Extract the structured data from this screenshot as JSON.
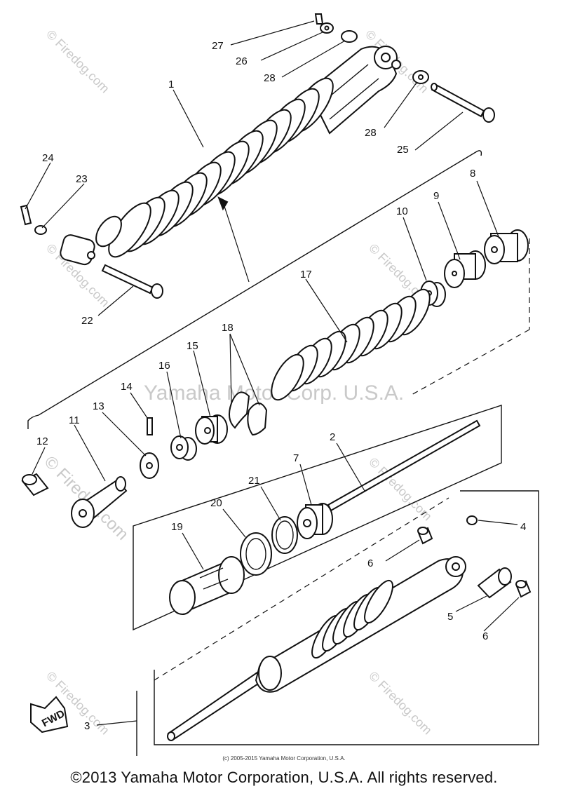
{
  "callouts": [
    "1",
    "2",
    "3",
    "4",
    "5",
    "6",
    "6",
    "7",
    "8",
    "9",
    "10",
    "11",
    "12",
    "13",
    "14",
    "15",
    "16",
    "17",
    "18",
    "19",
    "20",
    "21",
    "22",
    "23",
    "24",
    "25",
    "26",
    "27",
    "28",
    "28"
  ],
  "watermarks": {
    "site": "© Firedog.com",
    "center": "Yamaha Motor Corp. U.S.A."
  },
  "arrow_label": "FWD",
  "copyright_small": "(c) 2005-2015 Yamaha Motor Corporation, U.S.A.",
  "copyright": "©2013 Yamaha Motor Corporation, U.S.A. All rights reserved."
}
